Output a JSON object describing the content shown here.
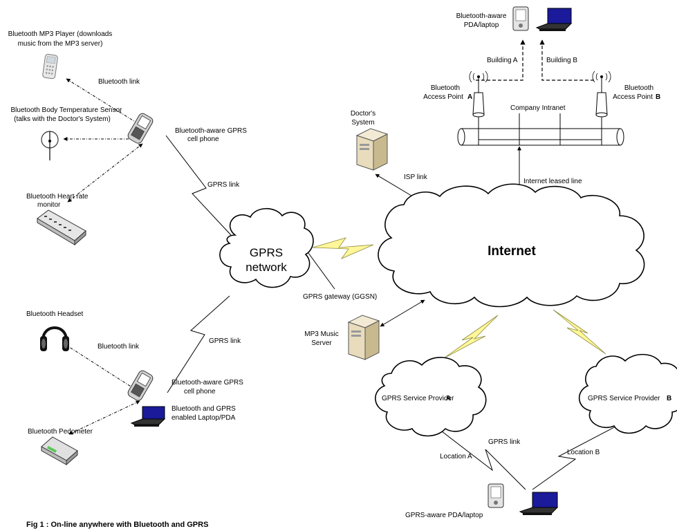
{
  "labels": {
    "mp3_player": [
      "Bluetooth MP3 Player (downloads",
      "music from the MP3 server)"
    ],
    "bt_link_top": "Bluetooth link",
    "temp_sensor": [
      "Bluetooth Body Temperature Sensor",
      "(talks with the Doctor's System)"
    ],
    "phone_top": [
      "Bluetooth-aware GPRS",
      "cell phone"
    ],
    "gprs_link_top": "GPRS link",
    "heart_monitor": [
      "Bluetooth Heart rate",
      "monitor"
    ],
    "gprs_network": [
      "GPRS",
      "network"
    ],
    "gprs_gateway": "GPRS gateway (GGSN)",
    "headset": "Bluetooth Headset",
    "bt_link_bottom": "Bluetooth link",
    "gprs_link_bottom": "GPRS link",
    "phone_bottom": [
      "Bluetooth-aware GPRS",
      "cell phone"
    ],
    "laptop_bt": [
      "Bluetooth and GPRS",
      "enabled Laptop/PDA"
    ],
    "pedometer": "Bluetooth Pedometer",
    "caption": "Fig 1 : On-line anywhere with Bluetooth and GPRS",
    "pda_top": [
      "Bluetooth-aware",
      "PDA/laptop"
    ],
    "building_a": "Building A",
    "building_b": "Building B",
    "ap_a": [
      "Bluetooth",
      "Access Point",
      "A"
    ],
    "ap_b": [
      "Bluetooth",
      "Access Point",
      "B"
    ],
    "intranet": "Company Intranet",
    "doctor": [
      "Doctor's",
      "System"
    ],
    "isp_link": "ISP link",
    "leased_line": "Internet leased line",
    "internet": "Internet",
    "mp3_server": [
      "MP3 Music",
      "Server"
    ],
    "provider_a": [
      "GPRS Service Provider",
      "A"
    ],
    "provider_b": [
      "GPRS Service Provider",
      "B"
    ],
    "gprs_link_right": "GPRS link",
    "location_a": "Location A",
    "location_b": "Location B",
    "pda_bottom": "GPRS-aware PDA/laptop"
  },
  "icons": [
    "mp3-player-icon",
    "temperature-sensor-icon",
    "cell-phone-icon",
    "heart-rate-monitor-icon",
    "headset-icon",
    "pedometer-icon",
    "laptop-icon",
    "pda-icon",
    "server-icon",
    "access-point-icon"
  ],
  "colors": {
    "bolt": "#fff799",
    "line": "#000000"
  }
}
